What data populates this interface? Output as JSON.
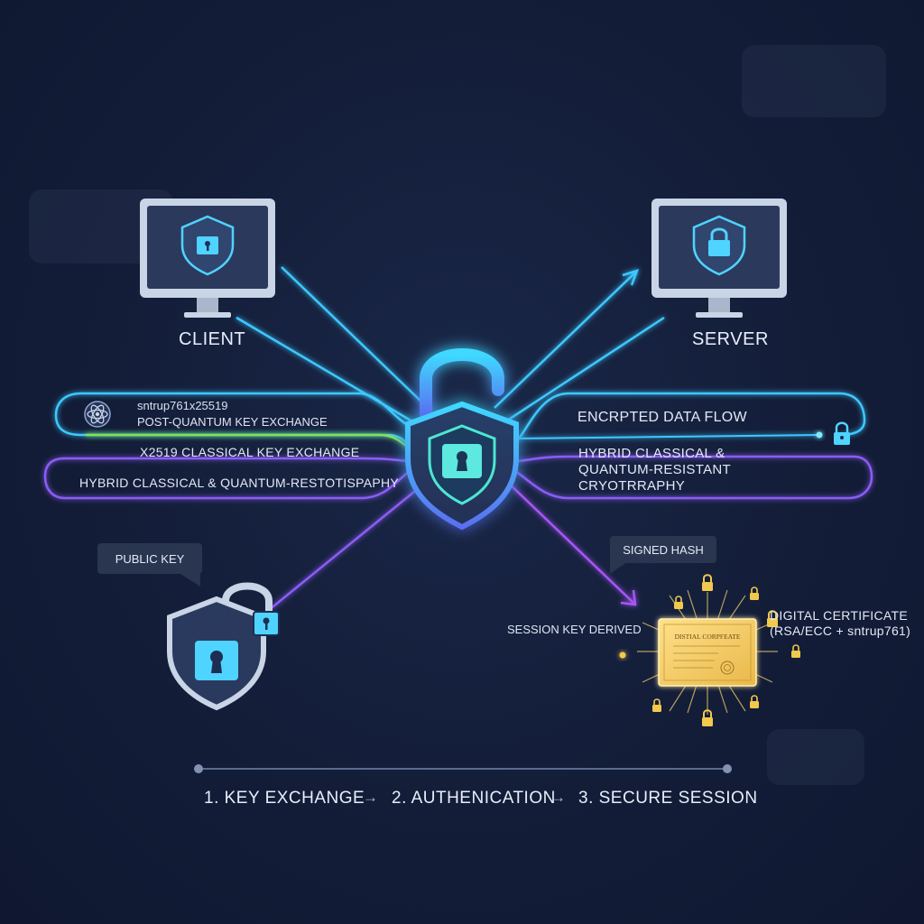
{
  "nodes": {
    "client_label": "CLIENT",
    "server_label": "SERVER"
  },
  "left_panel": {
    "algo_name": "sntrup761x25519",
    "pq_label": "POST-QUANTUM KEY EXCHANGE",
    "classical_label": "X2519 CLASSICAL KEY EXCHANGE",
    "hybrid_label": "HYBRID CLASSICAL & QUANTUM-RESTOTISPAPHY"
  },
  "right_panel": {
    "flow_label": "ENCRPTED DATA FLOW",
    "hybrid_line1": "HYBRID CLASSICAL &",
    "hybrid_line2": "QUANTUM-RESISTANT",
    "hybrid_line3": "CRYOTRRAPHY"
  },
  "callouts": {
    "public_key": "PUBLIC KEY",
    "signed_hash": "SIGNED HASH",
    "session_key": "SESSION KEY DERIVED"
  },
  "certificate": {
    "card_title": "DISTIAL CORPFEATE",
    "label_line1": "DIGITAL CERTIFICATE",
    "label_line2": "(RSA/ECC + sntrup761)"
  },
  "timeline": {
    "step1": "1. KEY EXCHANGE",
    "step2": "2. AUTHENICATION",
    "step3": "3. SECURE SESSION",
    "arrow": "→"
  },
  "colors": {
    "cyan": "#3cc8ff",
    "teal": "#4ee6d2",
    "green": "#7fe35a",
    "purple": "#8b5cf6",
    "gold": "#f2c94c",
    "monitor": "#c9d4e6",
    "screen": "#2b3a5c"
  }
}
